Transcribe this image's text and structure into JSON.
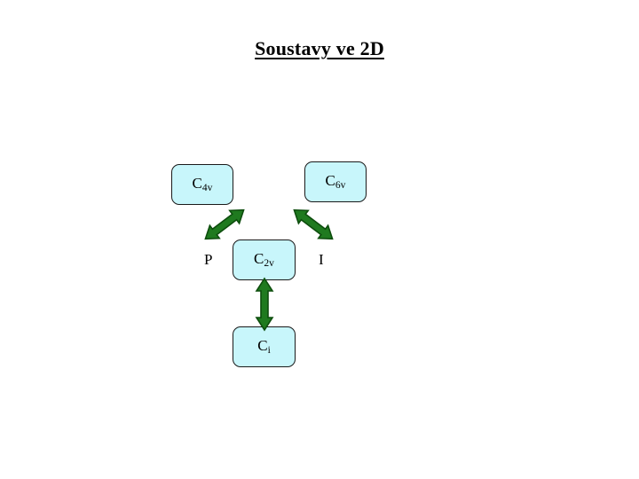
{
  "slide": {
    "title_text": "Soustavy ve 2D",
    "background_color": "#ffffff"
  },
  "diagram": {
    "box_fill_color": "#c8f6fb",
    "box_border_color": "#1a1a1a",
    "arrow_color": "#1f7a1f",
    "arrow_outline_color": "#0d4d0d",
    "nodes": [
      {
        "id": "c4v",
        "base": "C",
        "sub": "4v"
      },
      {
        "id": "c6v",
        "base": "C",
        "sub": "6v"
      },
      {
        "id": "c2v",
        "base": "C",
        "sub": "2v"
      },
      {
        "id": "ci",
        "base": "C",
        "sub": "i"
      }
    ],
    "labels": [
      {
        "id": "p",
        "text": "P"
      },
      {
        "id": "i",
        "text": "I"
      }
    ],
    "connectors": [
      {
        "id": "c4v-c2v",
        "from": "c4v",
        "to": "c2v",
        "style": "double-headed",
        "direction": "diagonal-down-right"
      },
      {
        "id": "c2v-c6v",
        "from": "c2v",
        "to": "c6v",
        "style": "double-headed",
        "direction": "diagonal-up-right"
      },
      {
        "id": "c2v-ci",
        "from": "c2v",
        "to": "ci",
        "style": "double-headed",
        "direction": "vertical"
      }
    ]
  }
}
